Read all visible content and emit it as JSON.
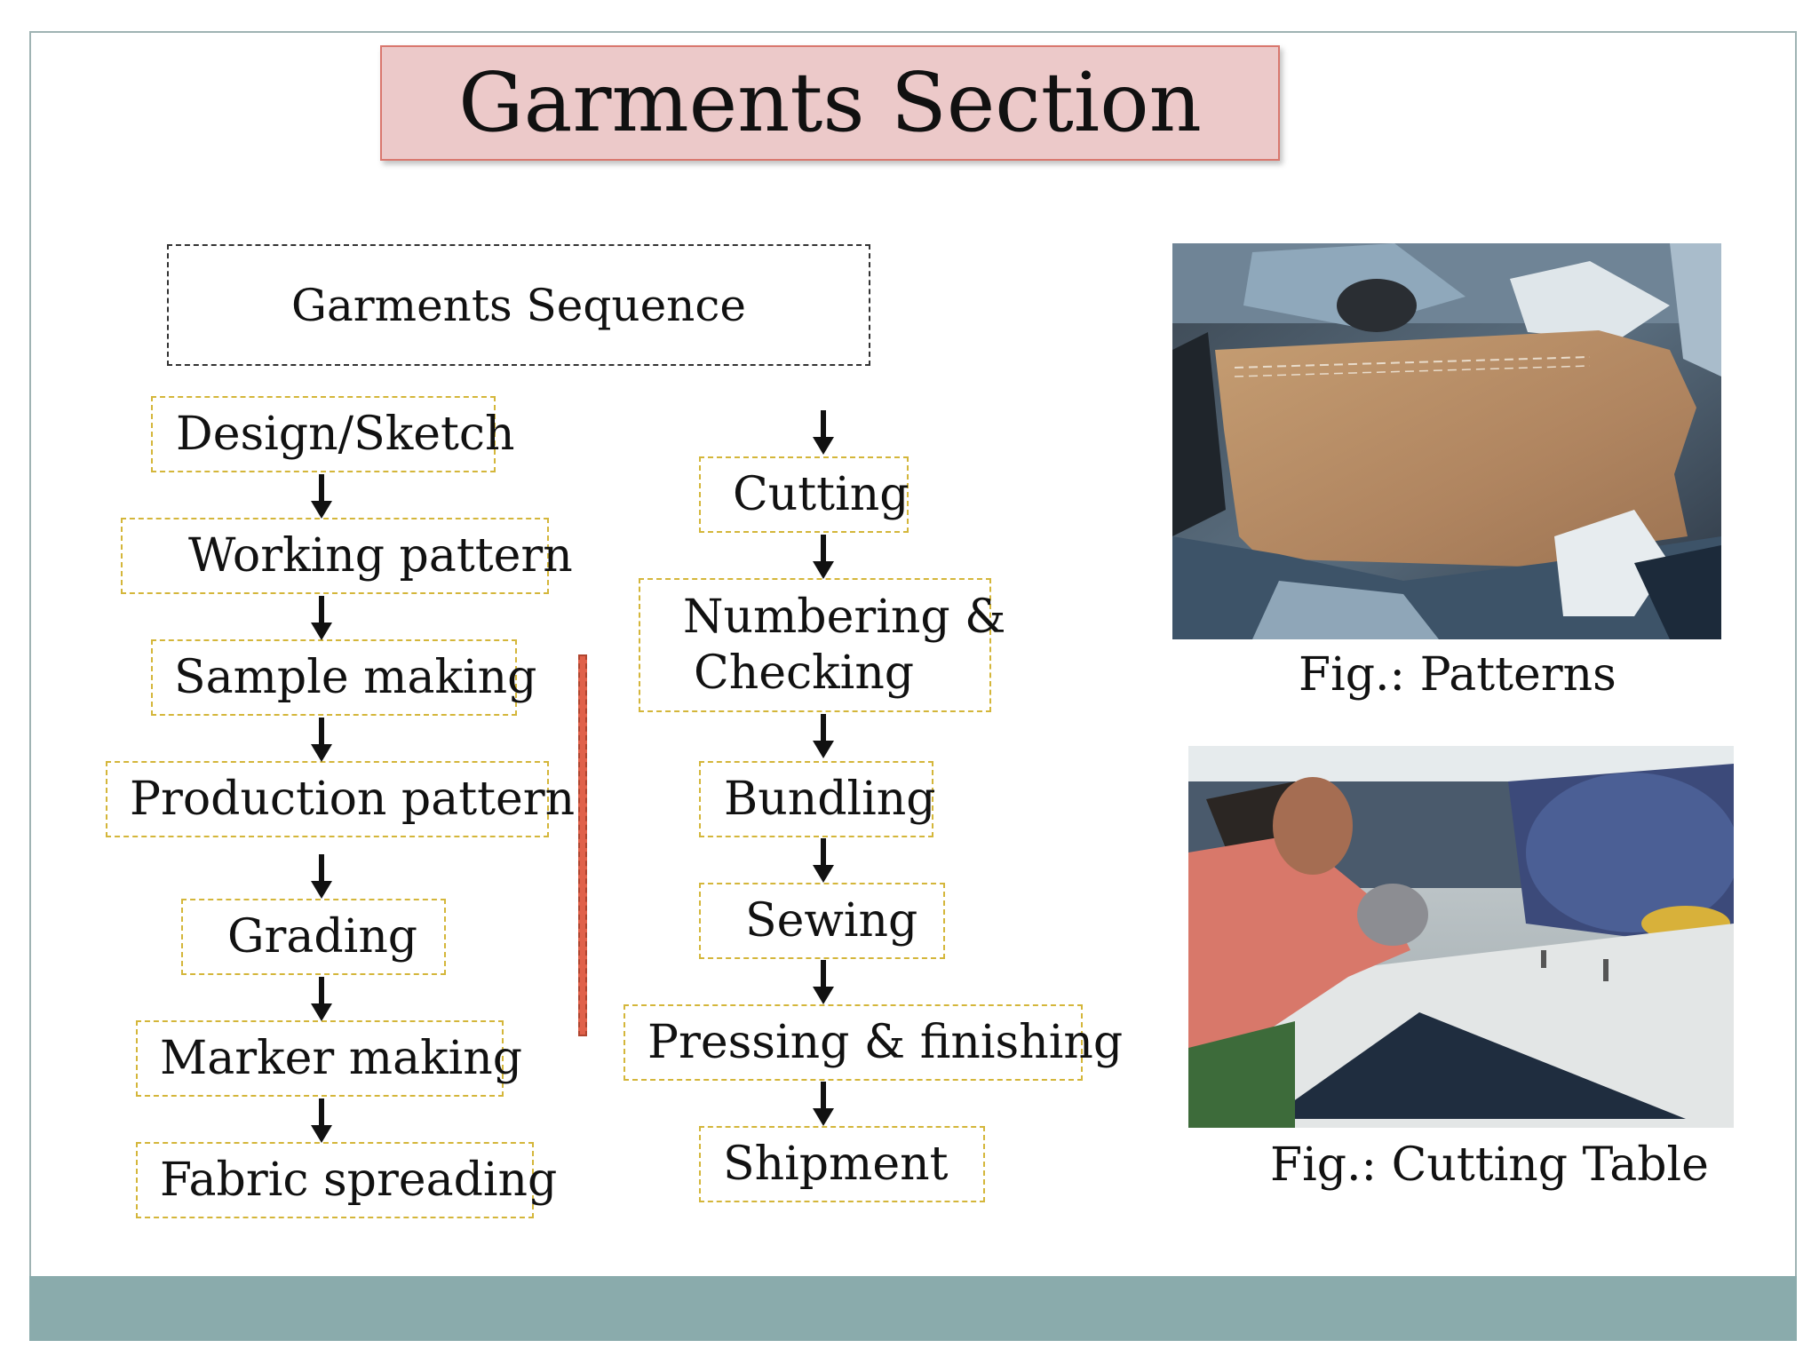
{
  "title": "Garments Section",
  "sequence_header": "Garments Sequence",
  "left_steps": [
    "Design/Sketch",
    "Working pattern",
    "Sample making",
    "Production pattern",
    "Grading",
    "Marker making",
    "Fabric spreading"
  ],
  "right_steps": [
    "Cutting",
    "Numbering &",
    "Checking",
    "Bundling",
    "Sewing",
    "Pressing & finishing",
    "Shipment"
  ],
  "figures": [
    {
      "caption": "Fig.: Patterns"
    },
    {
      "caption": "Fig.: Cutting Table"
    }
  ],
  "colors": {
    "title_fill": "#ecc9c9",
    "title_border": "#d9776e",
    "step_border": "#d4b63a",
    "divider": "#e0614a",
    "footer": "#8aabac"
  }
}
